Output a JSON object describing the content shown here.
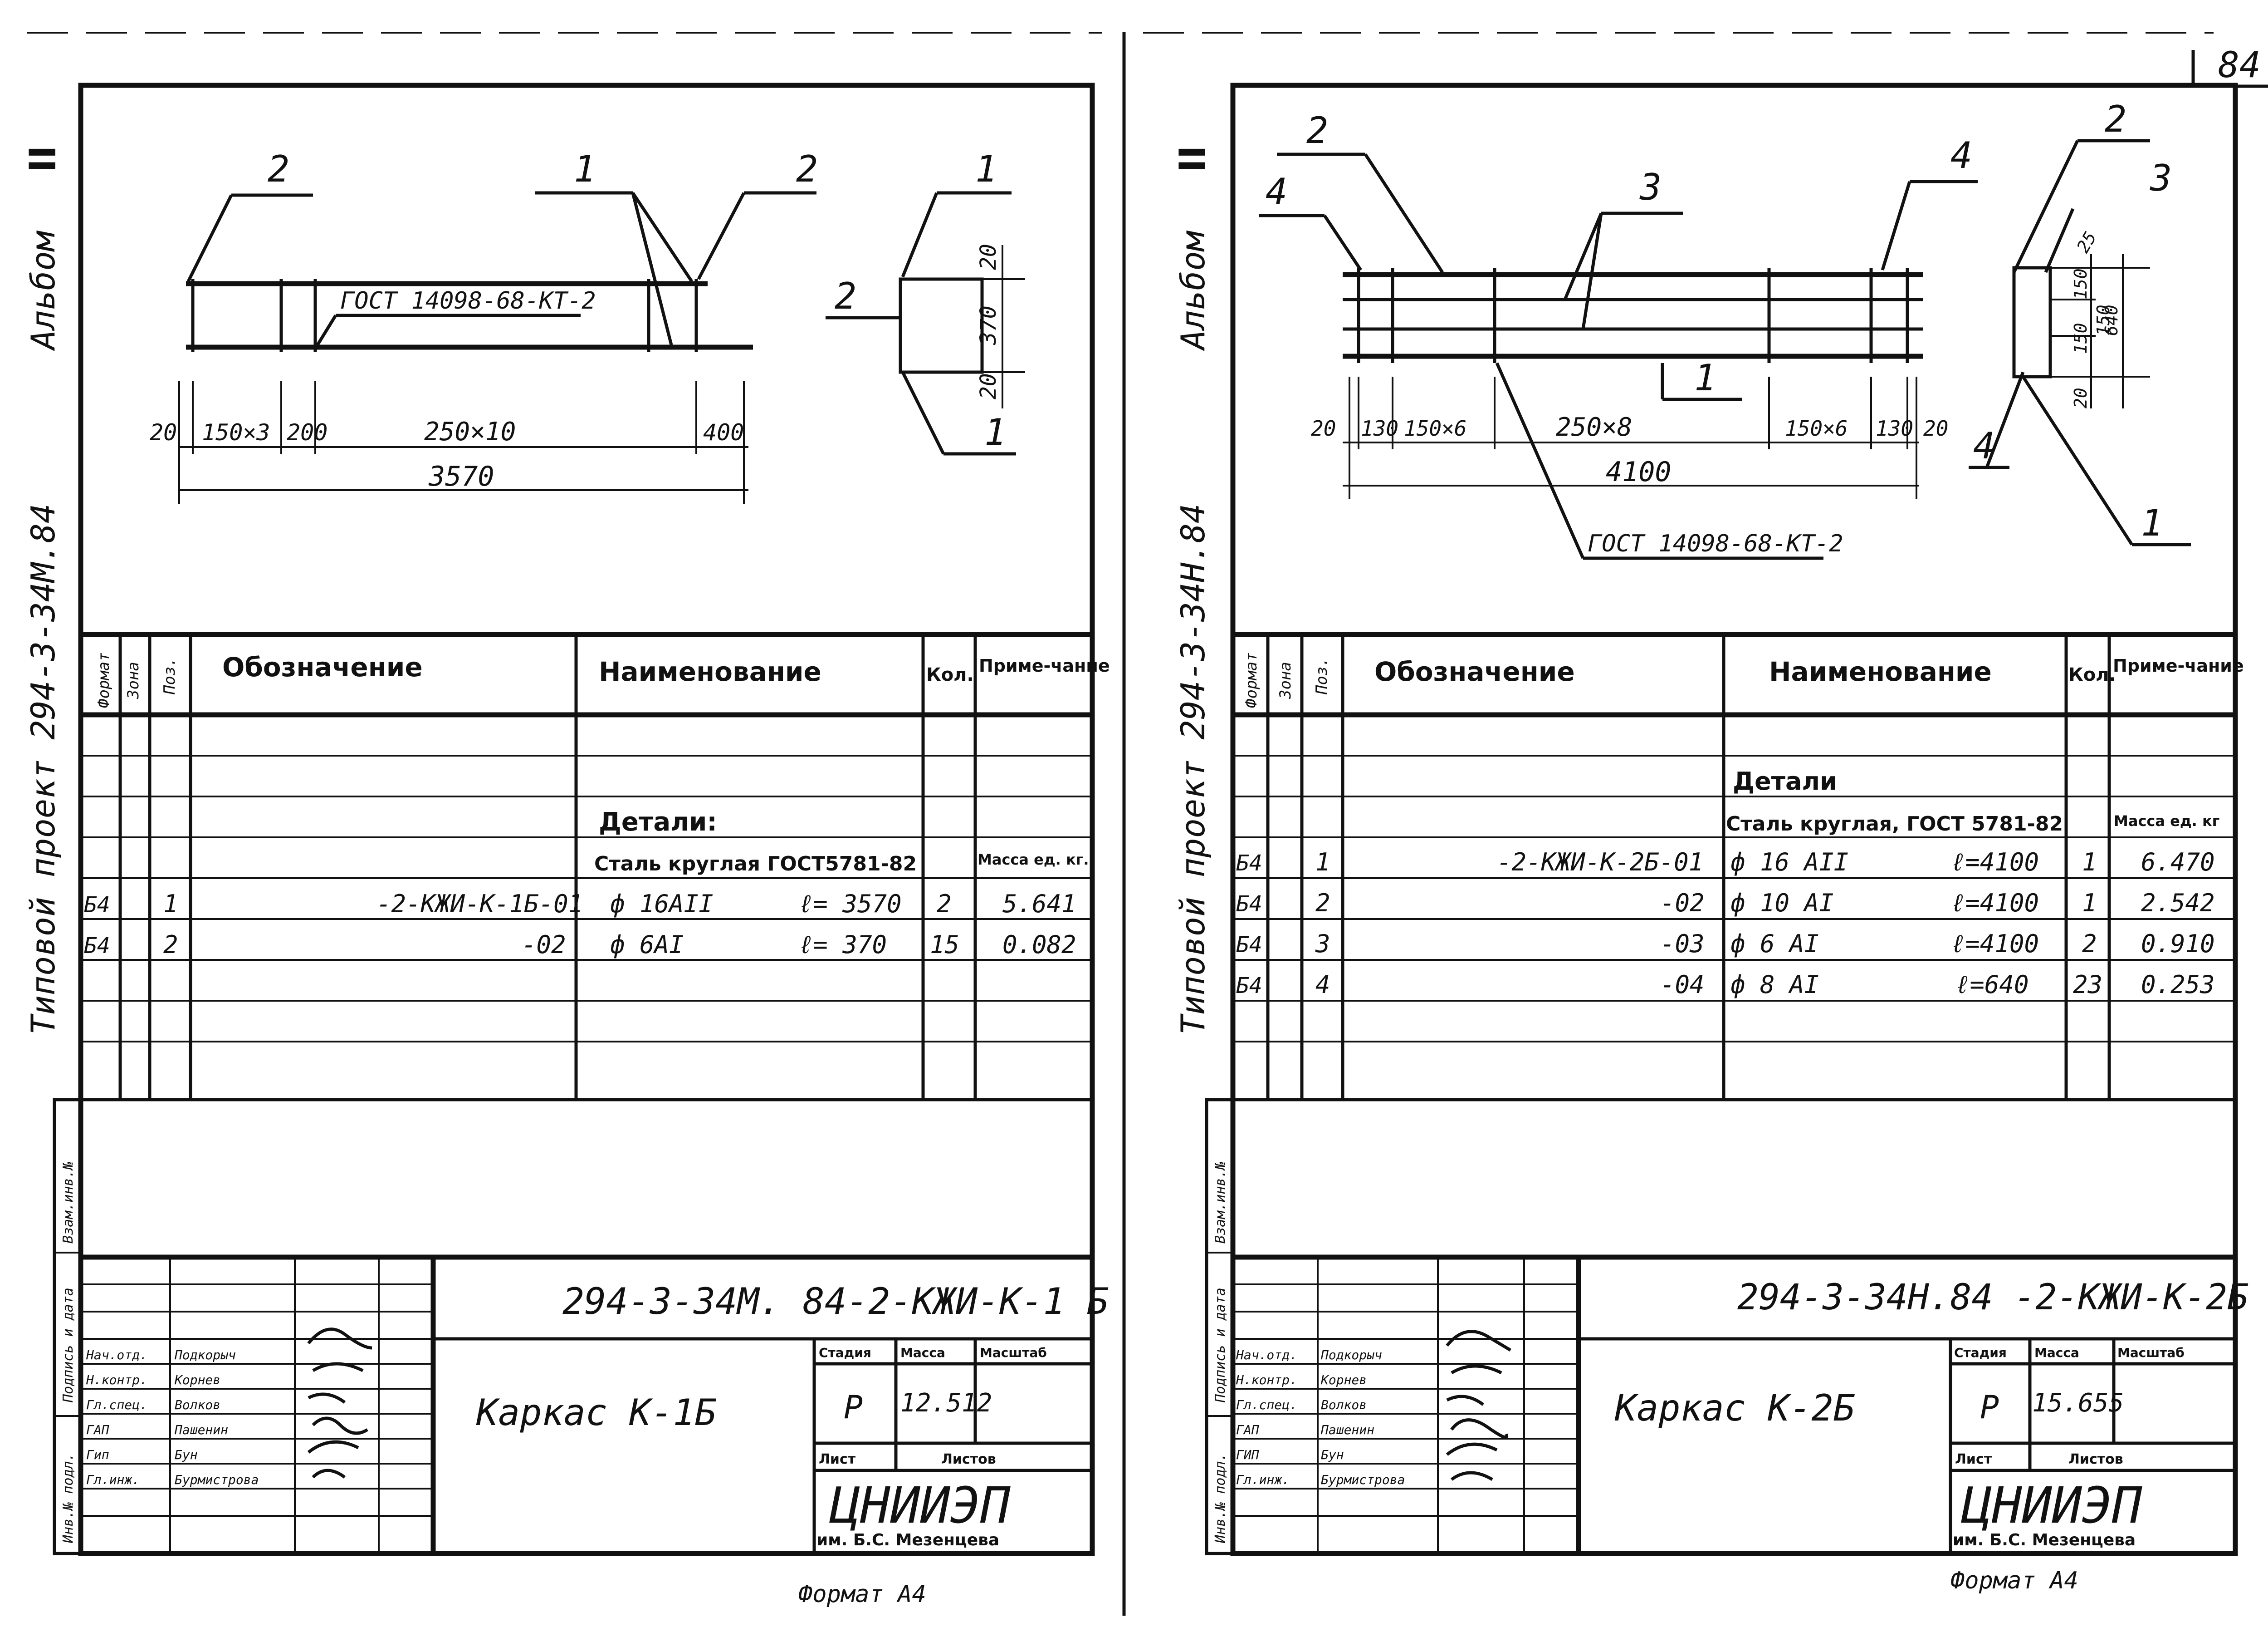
{
  "page_number": "84",
  "left": {
    "side": {
      "album": "Альбом",
      "album_no": "II",
      "project": "Типовой проект 294-3-34М.84"
    },
    "drawing": {
      "callouts": [
        "2",
        "1",
        "2",
        "1",
        "2",
        "1"
      ],
      "gost": "ГОСТ 14098-68-КТ-2",
      "dims": [
        "20",
        "150×3",
        "200",
        "250×10",
        "400",
        "3570"
      ],
      "section_dims": [
        "20",
        "370",
        "20"
      ]
    },
    "table": {
      "headers": {
        "format": "Формат",
        "zone": "Зона",
        "pos": "Поз.",
        "designation": "Обозначение",
        "name": "Наименование",
        "qty": "Кол.",
        "note": "Приме-чание"
      },
      "section_title": "Детали:",
      "steel_line": "Сталь круглая ГОСТ5781-82",
      "mass_header": "Масса ед. кг.",
      "rows": [
        {
          "format": "Б4",
          "pos": "1",
          "designation": "-2-КЖИ-К-1Б-01",
          "name": "ф 16АII",
          "length": "ℓ= 3570",
          "qty": "2",
          "note": "5.641"
        },
        {
          "format": "Б4",
          "pos": "2",
          "designation": "-02",
          "name": "ф 6АI",
          "length": "ℓ= 370",
          "qty": "15",
          "note": "0.082"
        }
      ]
    },
    "side_labels": [
      "Инв.№ подл.",
      "Подпись и дата",
      "Взам.инв.№"
    ],
    "title_block": {
      "code": "294-3-34М. 84-2-КЖИ-К-1 Б",
      "name": "Каркас К-1Б",
      "roles": [
        "Нач.отд.",
        "Н.контр.",
        "Гл.спец.",
        "ГАП",
        "Гип",
        "Гл.инж."
      ],
      "people": [
        "Подкорыч",
        "Корнев",
        "Волков",
        "Пашенин",
        "Бун",
        "Бурмистрова"
      ],
      "stage_label": "Стадия",
      "mass_label": "Масса",
      "scale_label": "Масштаб",
      "stage": "Р",
      "mass": "12.512",
      "sheet_label": "Лист",
      "sheets_label": "Листов",
      "org": "ЦНИИЭП",
      "org_sub": "им. Б.С. Мезенцева"
    },
    "format": "Формат А4"
  },
  "right": {
    "side": {
      "album": "Альбом",
      "album_no": "II",
      "project": "Типовой проект 294-3-34Н.84"
    },
    "drawing": {
      "callouts": [
        "2",
        "4",
        "3",
        "4",
        "1",
        "2",
        "3",
        "4",
        "1"
      ],
      "gost": "ГОСТ 14098-68-КТ-2",
      "dims": [
        "20",
        "130",
        "150×6",
        "250×8",
        "150×6",
        "130",
        "20",
        "4100"
      ],
      "section_dims": [
        "25",
        "150",
        "150",
        "640",
        "150",
        "20"
      ]
    },
    "table": {
      "headers": {
        "format": "Формат",
        "zone": "Зона",
        "pos": "Поз.",
        "designation": "Обозначение",
        "name": "Наименование",
        "qty": "Кол.",
        "note": "Приме-чание"
      },
      "section_title": "Детали",
      "steel_line": "Сталь круглая, ГОСТ 5781-82",
      "mass_header": "Масса ед. кг",
      "rows": [
        {
          "format": "Б4",
          "pos": "1",
          "designation": "-2-КЖИ-К-2Б-01",
          "name": "ф 16 АII",
          "length": "ℓ=4100",
          "qty": "1",
          "note": "6.470"
        },
        {
          "format": "Б4",
          "pos": "2",
          "designation": "-02",
          "name": "ф 10 АI",
          "length": "ℓ=4100",
          "qty": "1",
          "note": "2.542"
        },
        {
          "format": "Б4",
          "pos": "3",
          "designation": "-03",
          "name": "ф 6 АI",
          "length": "ℓ=4100",
          "qty": "2",
          "note": "0.910"
        },
        {
          "format": "Б4",
          "pos": "4",
          "designation": "-04",
          "name": "ф 8 АI",
          "length": "ℓ=640",
          "qty": "23",
          "note": "0.253"
        }
      ]
    },
    "side_labels": [
      "Инв.№ подл.",
      "Подпись и дата",
      "Взам.инв.№"
    ],
    "title_block": {
      "code": "294-3-34Н.84 -2-КЖИ-К-2Б",
      "name": "Каркас К-2Б",
      "roles": [
        "Нач.отд.",
        "Н.контр.",
        "Гл.спец.",
        "ГАП",
        "ГИП",
        "Гл.инж."
      ],
      "people": [
        "Подкорыч",
        "Корнев",
        "Волков",
        "Пашенин",
        "Бун",
        "Бурмистрова"
      ],
      "stage_label": "Стадия",
      "mass_label": "Масса",
      "scale_label": "Масштаб",
      "stage": "Р",
      "mass": "15.655",
      "sheet_label": "Лист",
      "sheets_label": "Листов",
      "org": "ЦНИИЭП",
      "org_sub": "им. Б.С. Мезенцева"
    },
    "format": "Формат А4"
  }
}
